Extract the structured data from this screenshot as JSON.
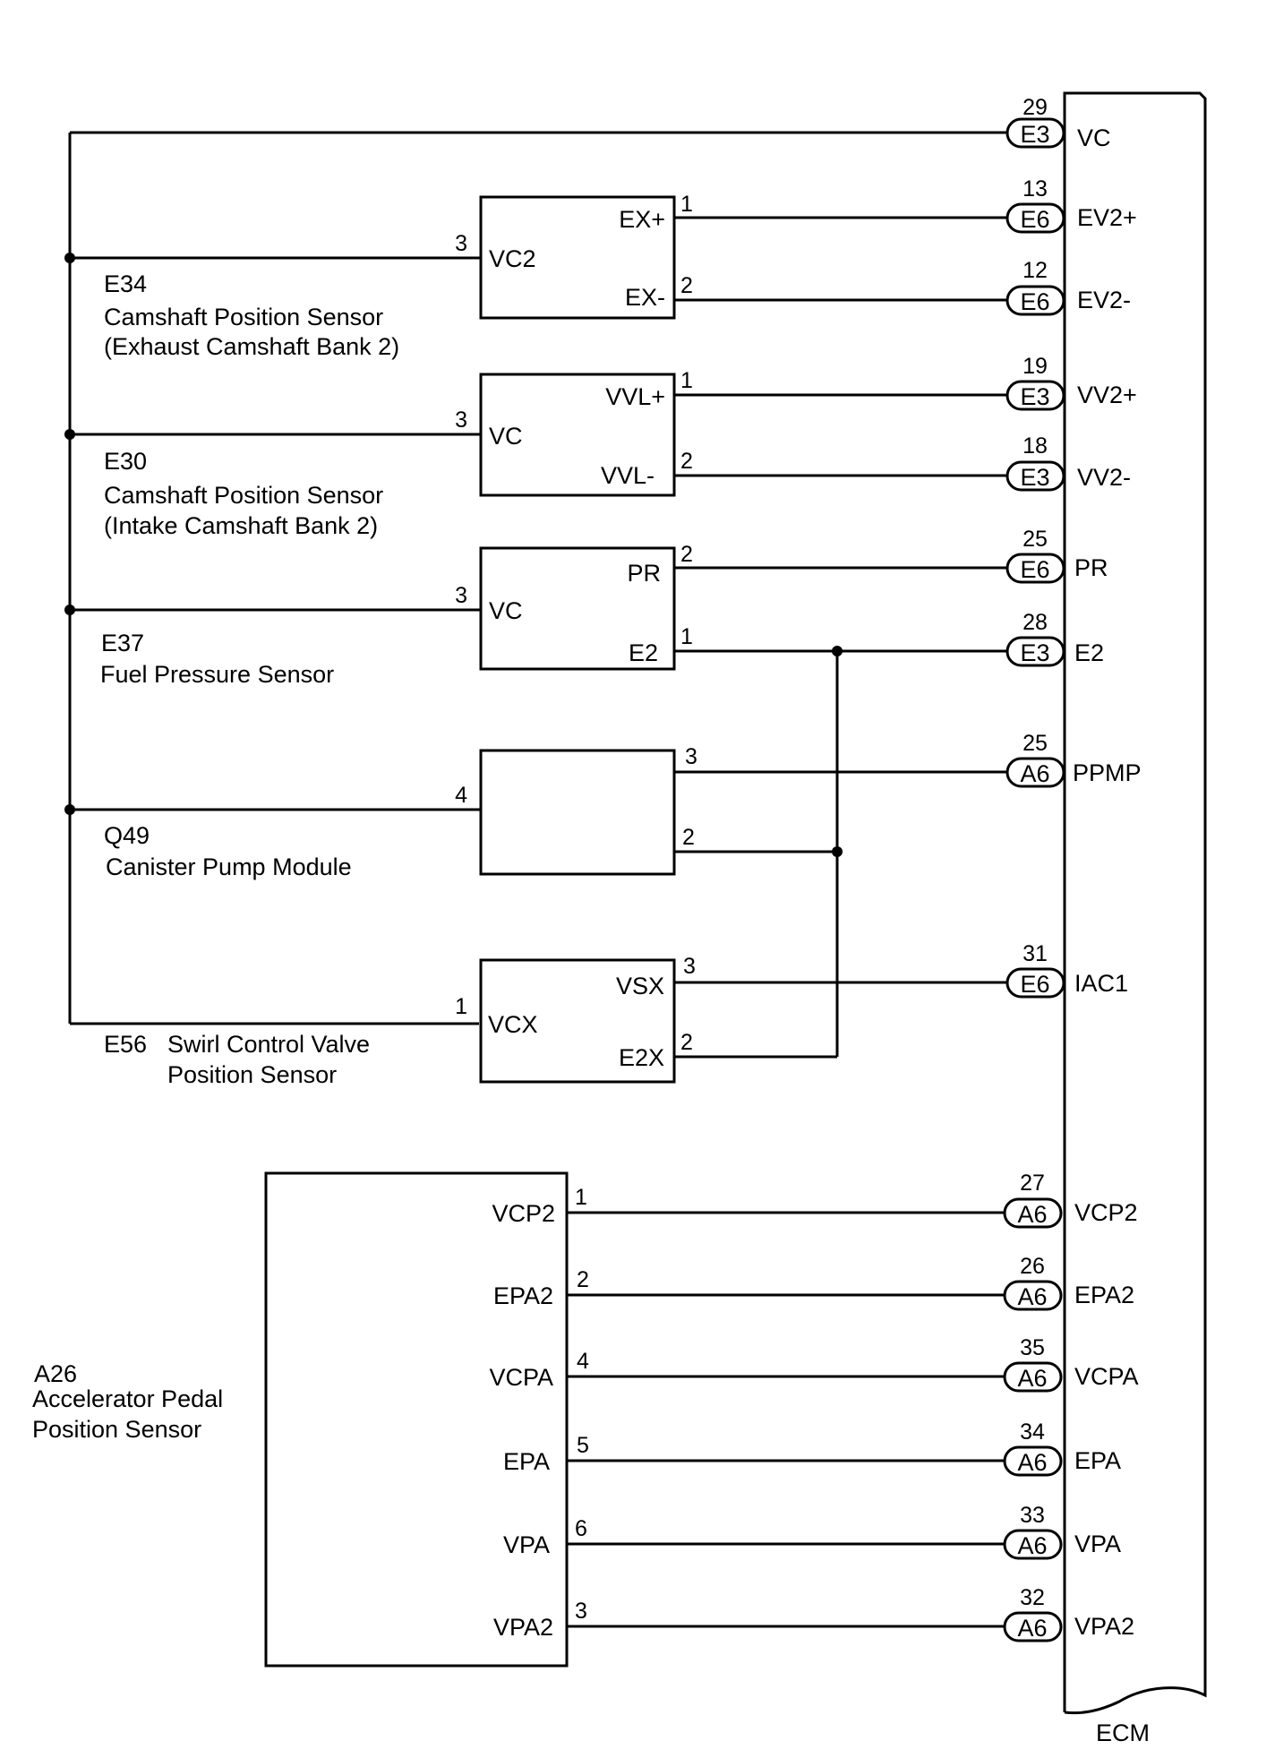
{
  "ecm": {
    "label": "ECM"
  },
  "vc_bus": {
    "ecm_pin": "29",
    "connector": "E3",
    "ecm_terminal": "VC"
  },
  "sensors": [
    {
      "id": "E34",
      "lines": [
        "Camshaft Position Sensor",
        "(Exhaust Camshaft Bank 2)"
      ],
      "supply": {
        "label": "VC2",
        "pin": "3"
      },
      "signals": [
        {
          "label": "EX+",
          "pin": "1",
          "ecm_pin": "13",
          "connector": "E6",
          "ecm_terminal": "EV2+"
        },
        {
          "label": "EX-",
          "pin": "2",
          "ecm_pin": "12",
          "connector": "E6",
          "ecm_terminal": "EV2-"
        }
      ]
    },
    {
      "id": "E30",
      "lines": [
        "Camshaft Position Sensor",
        "(Intake Camshaft Bank 2)"
      ],
      "supply": {
        "label": "VC",
        "pin": "3"
      },
      "signals": [
        {
          "label": "VVL+",
          "pin": "1",
          "ecm_pin": "19",
          "connector": "E3",
          "ecm_terminal": "VV2+"
        },
        {
          "label": "VVL-",
          "pin": "2",
          "ecm_pin": "18",
          "connector": "E3",
          "ecm_terminal": "VV2-"
        }
      ]
    },
    {
      "id": "E37",
      "lines": [
        "Fuel Pressure Sensor"
      ],
      "supply": {
        "label": "VC",
        "pin": "3"
      },
      "signals": [
        {
          "label": "PR",
          "pin": "2",
          "ecm_pin": "25",
          "connector": "E6",
          "ecm_terminal": "PR"
        },
        {
          "label": "E2",
          "pin": "1",
          "ecm_pin": "28",
          "connector": "E3",
          "ecm_terminal": "E2"
        }
      ]
    },
    {
      "id": "Q49",
      "lines": [
        "Canister Pump Module"
      ],
      "supply": {
        "label": "",
        "pin": "4"
      },
      "signals": [
        {
          "label": "",
          "pin": "3",
          "ecm_pin": "25",
          "connector": "A6",
          "ecm_terminal": "PPMP"
        },
        {
          "label": "",
          "pin": "2"
        }
      ]
    },
    {
      "id": "E56",
      "lines": [
        "Swirl Control Valve",
        "Position Sensor"
      ],
      "supply": {
        "label": "VCX",
        "pin": "1"
      },
      "signals": [
        {
          "label": "VSX",
          "pin": "3",
          "ecm_pin": "31",
          "connector": "E6",
          "ecm_terminal": "IAC1"
        },
        {
          "label": "E2X",
          "pin": "2"
        }
      ]
    }
  ],
  "pedal_sensor": {
    "id": "A26",
    "lines": [
      "Accelerator Pedal",
      "Position Sensor"
    ],
    "pins": [
      {
        "label": "VCP2",
        "pin": "1",
        "ecm_pin": "27",
        "connector": "A6",
        "ecm_terminal": "VCP2"
      },
      {
        "label": "EPA2",
        "pin": "2",
        "ecm_pin": "26",
        "connector": "A6",
        "ecm_terminal": "EPA2"
      },
      {
        "label": "VCPA",
        "pin": "4",
        "ecm_pin": "35",
        "connector": "A6",
        "ecm_terminal": "VCPA"
      },
      {
        "label": "EPA",
        "pin": "5",
        "ecm_pin": "34",
        "connector": "A6",
        "ecm_terminal": "EPA"
      },
      {
        "label": "VPA",
        "pin": "6",
        "ecm_pin": "33",
        "connector": "A6",
        "ecm_terminal": "VPA"
      },
      {
        "label": "VPA2",
        "pin": "3",
        "ecm_pin": "32",
        "connector": "A6",
        "ecm_terminal": "VPA2"
      }
    ]
  }
}
